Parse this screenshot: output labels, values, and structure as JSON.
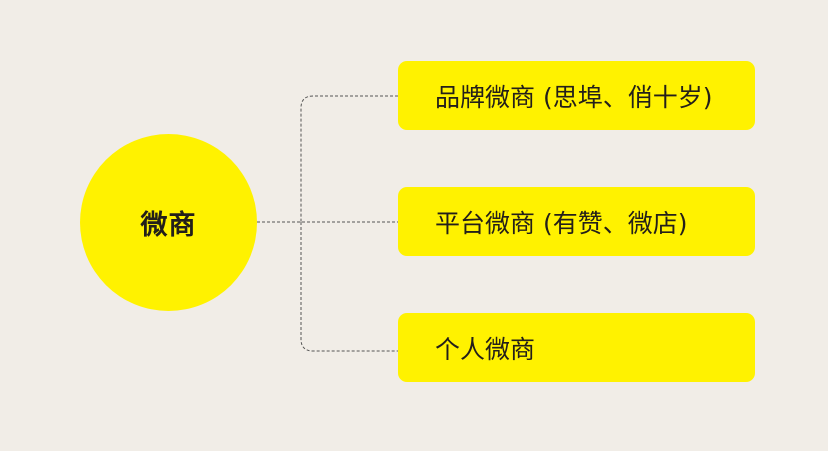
{
  "colors": {
    "background": "#f1ede7",
    "accent_yellow": "#fff200",
    "text": "#231f1a",
    "connector": "#555555"
  },
  "hub": {
    "label": "微商"
  },
  "nodes": [
    {
      "label": "品牌微商 (思埠、俏十岁)"
    },
    {
      "label": "平台微商 (有赞、微店)"
    },
    {
      "label": "个人微商"
    }
  ]
}
